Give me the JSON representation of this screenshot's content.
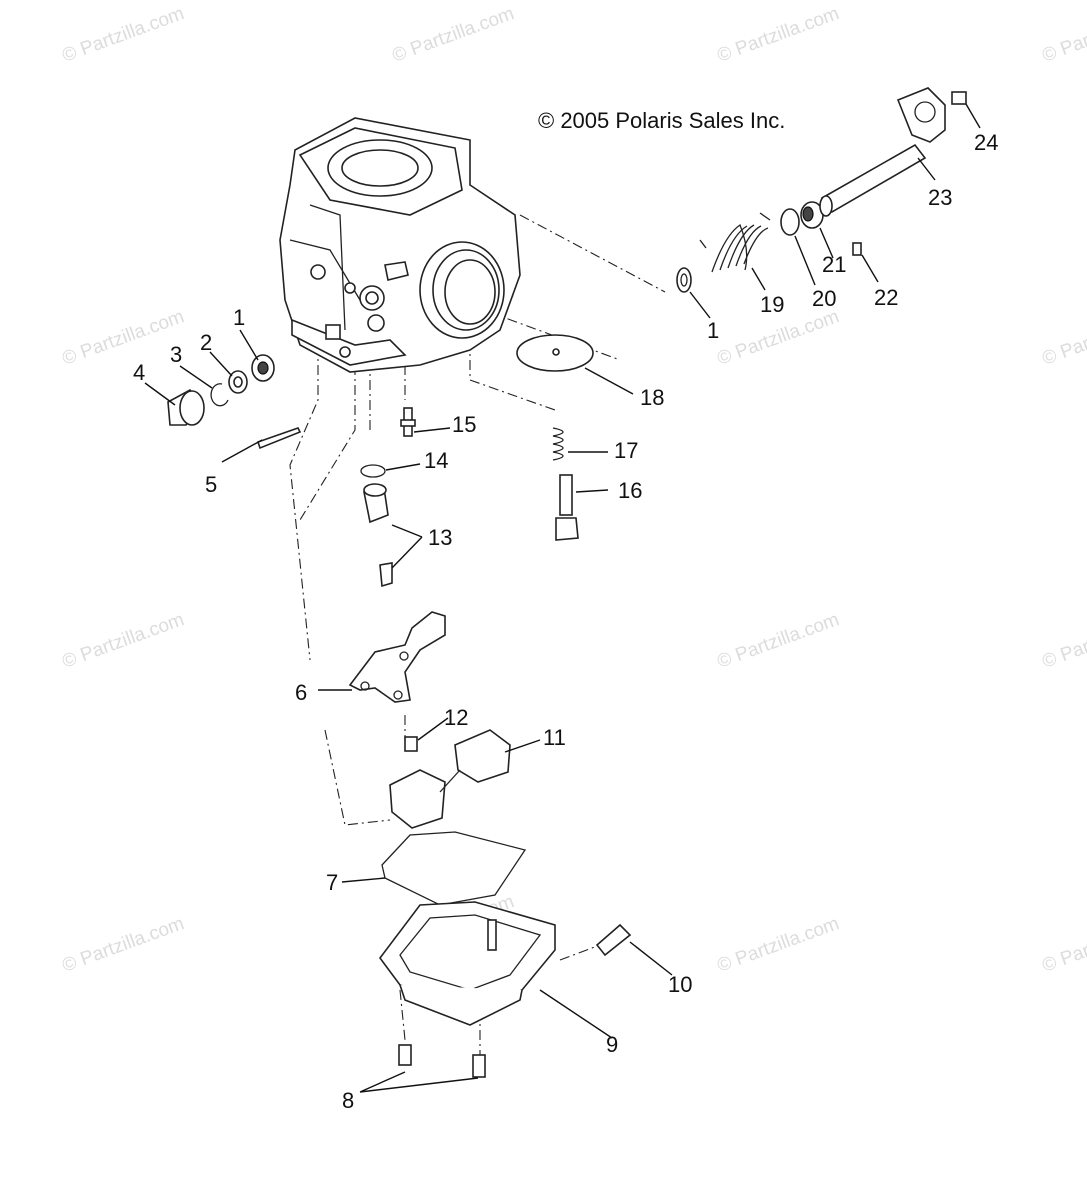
{
  "copyright": "© 2005 Polaris Sales Inc.",
  "watermark": "© Partzilla.com",
  "callouts": {
    "c1a": "1",
    "c1b": "1",
    "c2": "2",
    "c3": "3",
    "c4": "4",
    "c5": "5",
    "c6": "6",
    "c7": "7",
    "c8": "8",
    "c9": "9",
    "c10": "10",
    "c11": "11",
    "c12": "12",
    "c13": "13",
    "c14": "14",
    "c15": "15",
    "c16": "16",
    "c17": "17",
    "c18": "18",
    "c19": "19",
    "c20": "20",
    "c21": "21",
    "c22": "22",
    "c23": "23",
    "c24": "24"
  }
}
